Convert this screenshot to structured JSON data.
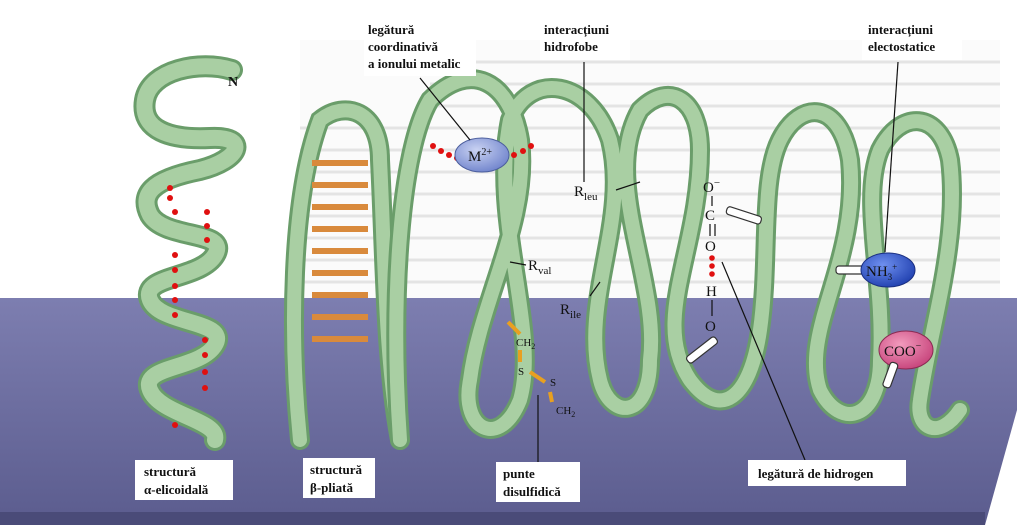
{
  "labels": {
    "coordinative": [
      "legătură",
      "coordinativă",
      "a ionului metalic"
    ],
    "hydrophobic": [
      "interacțiuni",
      "hidrofobe"
    ],
    "electrostatic": [
      "interacțiuni",
      "electostatice"
    ],
    "alpha": [
      "structură",
      "α-elicoidală"
    ],
    "beta": [
      "structură",
      "β-pliată"
    ],
    "disulfide": [
      "punte",
      "disulfidică"
    ],
    "hbond": "legătură de hidrogen"
  },
  "chem": {
    "n_terminus": "N",
    "metal_ion": "M",
    "metal_charge": "2+",
    "r": "R",
    "r_leu_sub": "leu",
    "r_val_sub": "val",
    "r_ile_sub": "ile",
    "ch2_a": "CH",
    "ch2_b": "CH",
    "ch2_sub": "2",
    "s1": "S",
    "s2": "S",
    "o_minus": "O",
    "minus": "−",
    "carbon": "C",
    "oxygen1": "O",
    "hydrogen": "H",
    "oxygen2": "O",
    "nh3": "NH",
    "nh3_sub": "3",
    "nh3_sup": "+",
    "coo": "COO",
    "coo_sup": "−"
  },
  "colors": {
    "ribbon": "#a9cfa3",
    "ribbon_dark": "#6a9d6a",
    "floor": "#6f70a2",
    "rung": "#d98a3c",
    "hbond_dot": "#e01010",
    "disulfide": "#e8a020",
    "metal_ion": "#7b8fd6",
    "nh3_ion": "#2f54c4",
    "coo_ion": "#d45a86"
  }
}
